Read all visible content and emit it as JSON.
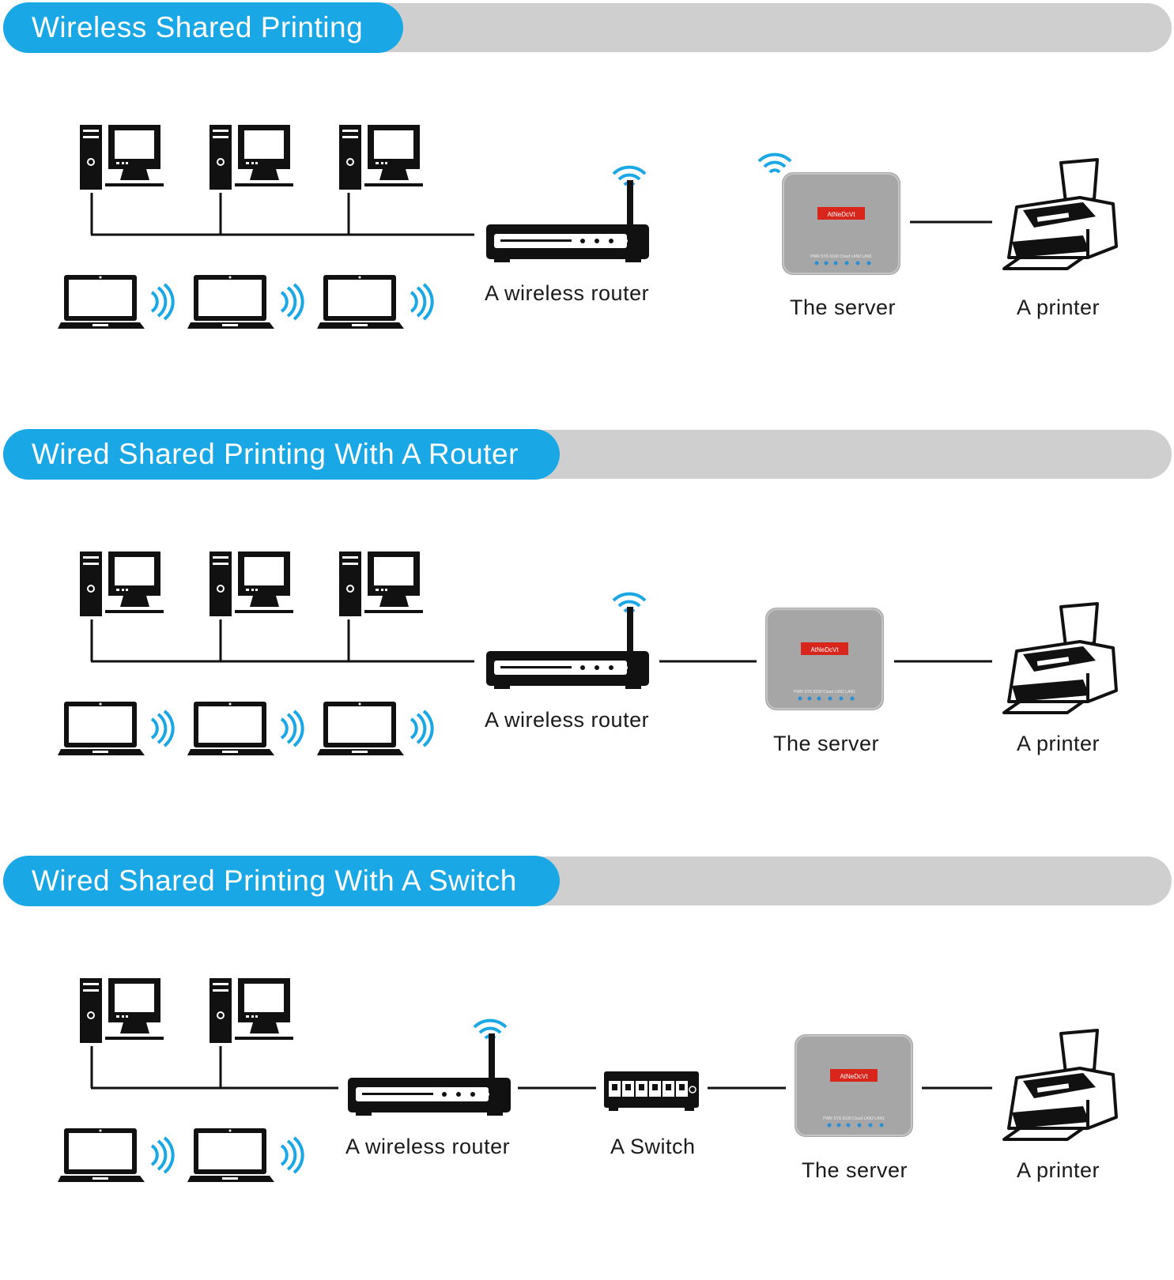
{
  "sections": [
    {
      "title": "Wireless Shared Printing",
      "labels": {
        "router": "A wireless router",
        "server": "The server",
        "printer": "A printer"
      }
    },
    {
      "title": "Wired Shared Printing With A Router",
      "labels": {
        "router": "A wireless router",
        "server": "The server",
        "printer": "A printer"
      }
    },
    {
      "title": "Wired Shared Printing With A Switch",
      "labels": {
        "router": "A wireless router",
        "switch": "A Switch",
        "server": "The server",
        "printer": "A printer"
      }
    }
  ],
  "server_brand": "AtNeDcVt",
  "server_ports": "PWR  SYS  9100  Cloud LAN2 LAN1",
  "colors": {
    "accent": "#1aa7e6",
    "bar": "#cfcfcf",
    "server": "#a9a9a9",
    "brand": "#d9261c"
  },
  "icons": [
    "desktop-computer-icon",
    "laptop-icon",
    "wireless-signal-icon",
    "router-icon",
    "switch-icon",
    "print-server-icon",
    "printer-icon"
  ]
}
